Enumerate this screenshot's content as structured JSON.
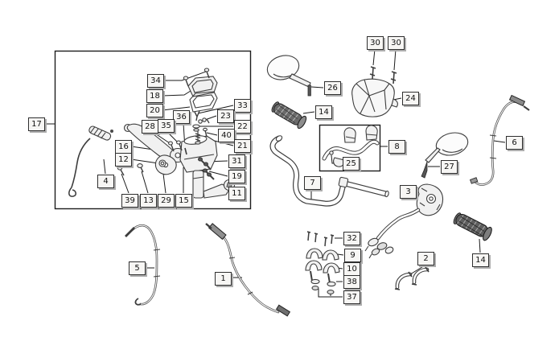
{
  "diagram": {
    "kind": "exploded-parts-diagram",
    "subject": "handlebar and brake lever assembly",
    "background_color": "#ffffff",
    "line_color": "#3d3d3d",
    "callout_face_color": "#f7f6f4",
    "callout_border_color": "#2f2f2f",
    "callout_shadow_color": "#adadad",
    "callout_text_color": "#111111"
  },
  "callouts": [
    {
      "ref": "17"
    },
    {
      "ref": "34"
    },
    {
      "ref": "18"
    },
    {
      "ref": "20"
    },
    {
      "ref": "36"
    },
    {
      "ref": "28"
    },
    {
      "ref": "35"
    },
    {
      "ref": "33"
    },
    {
      "ref": "23"
    },
    {
      "ref": "22"
    },
    {
      "ref": "40"
    },
    {
      "ref": "21"
    },
    {
      "ref": "16"
    },
    {
      "ref": "12"
    },
    {
      "ref": "4"
    },
    {
      "ref": "39"
    },
    {
      "ref": "13"
    },
    {
      "ref": "29"
    },
    {
      "ref": "15"
    },
    {
      "ref": "31"
    },
    {
      "ref": "19"
    },
    {
      "ref": "11"
    },
    {
      "ref": "5"
    },
    {
      "ref": "1"
    },
    {
      "ref": "30"
    },
    {
      "ref": "30"
    },
    {
      "ref": "26"
    },
    {
      "ref": "24"
    },
    {
      "ref": "14"
    },
    {
      "ref": "8"
    },
    {
      "ref": "25"
    },
    {
      "ref": "27"
    },
    {
      "ref": "6"
    },
    {
      "ref": "7"
    },
    {
      "ref": "3"
    },
    {
      "ref": "2"
    },
    {
      "ref": "14"
    },
    {
      "ref": "32"
    },
    {
      "ref": "9"
    },
    {
      "ref": "10"
    },
    {
      "ref": "38"
    },
    {
      "ref": "37"
    }
  ]
}
